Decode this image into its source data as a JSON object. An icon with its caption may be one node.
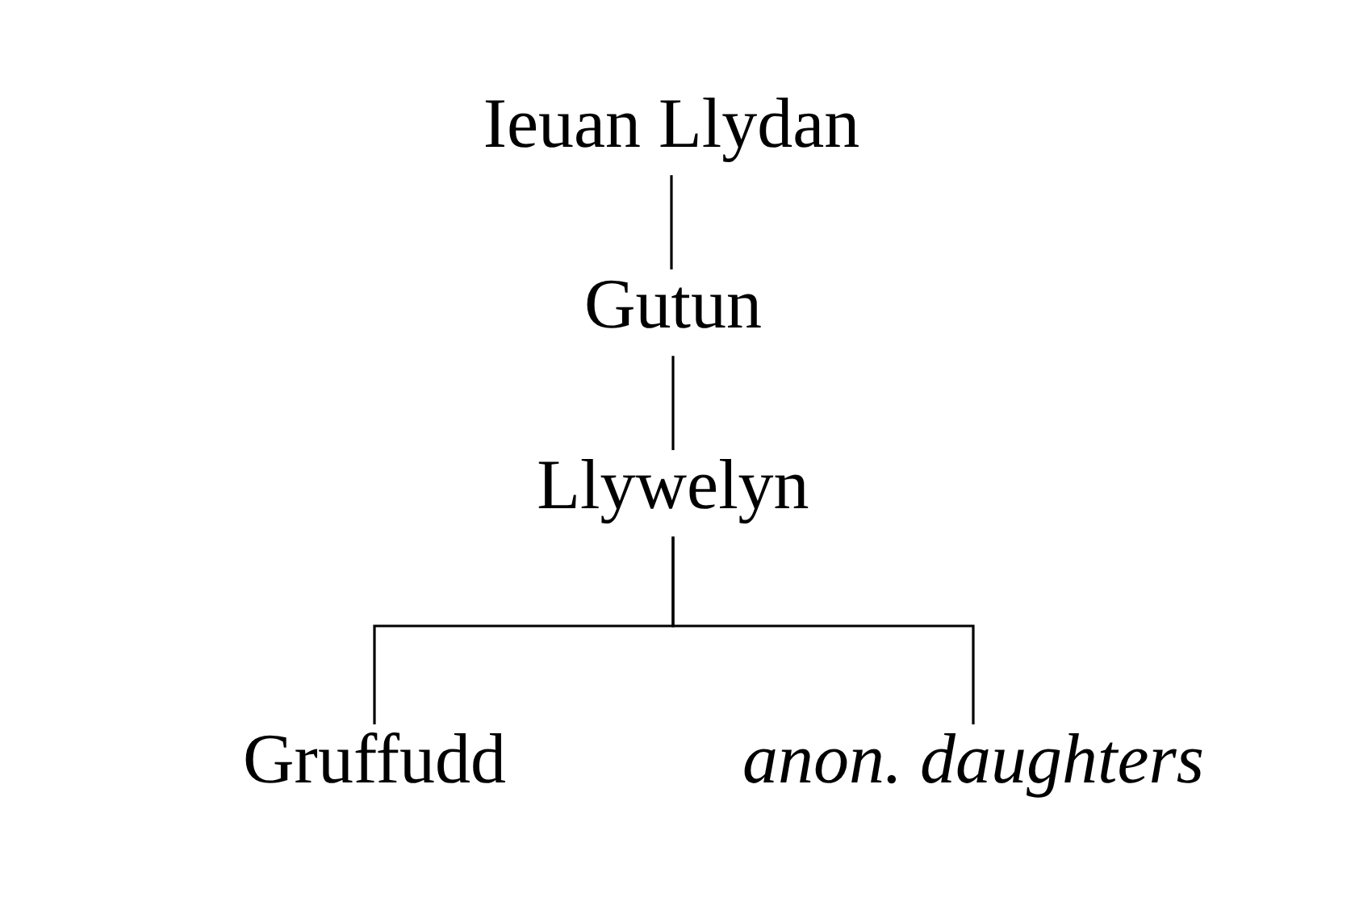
{
  "diagram": {
    "nodes": [
      {
        "text": [
          "Ieuan Llydan"
        ]
      },
      {
        "text": [
          "Gutun"
        ]
      },
      {
        "text": [
          "Llywelyn"
        ]
      },
      {
        "text": [
          "Gruffudd"
        ]
      },
      {
        "text": [
          "anon. daughters"
        ]
      }
    ],
    "edges": [
      {
        "from": 0,
        "to": 1,
        "arrow": "none"
      },
      {
        "from": 1,
        "to": 2,
        "arrow": "none"
      },
      {
        "from": 2,
        "to": 3,
        "arrow": "none"
      },
      {
        "from": 2,
        "to": 4,
        "arrow": "none"
      }
    ]
  }
}
